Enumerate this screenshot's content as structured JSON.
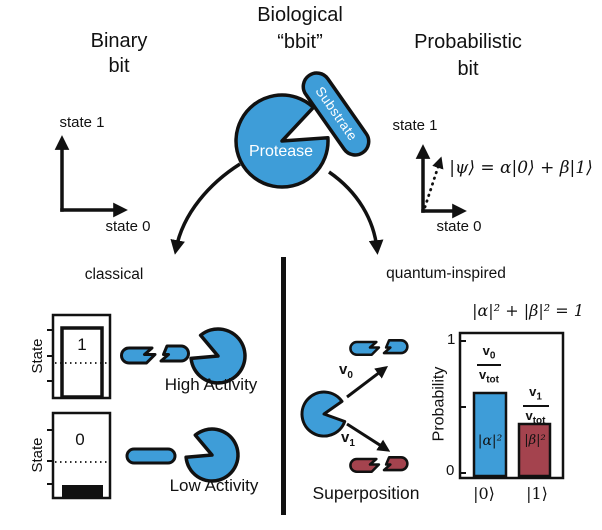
{
  "colors": {
    "blue": "#3E9DD8",
    "red": "#A4434E",
    "ink": "#111111"
  },
  "header": {
    "binary": [
      "Binary",
      "bit"
    ],
    "biological": [
      "Biological",
      "“bbit”"
    ],
    "probabilistic": [
      "Probabilistic",
      "bit"
    ]
  },
  "bbit": {
    "protease_label": "Protease",
    "substrate_label": "Substrate"
  },
  "binary_axes": {
    "state1": "state 1",
    "state0": "state 0"
  },
  "prob_axes": {
    "state1": "state 1",
    "state0": "state 0",
    "equation": "|ψ⟩ = α|0⟩ + β|1⟩"
  },
  "branches": {
    "left": "classical",
    "right": "quantum-inspired"
  },
  "classical_panel": {
    "state_axis_label_high": "State",
    "state_axis_label_low": "State",
    "high": {
      "digit": "1",
      "caption": "High Activity"
    },
    "low": {
      "digit": "0",
      "caption": "Low Activity"
    }
  },
  "quantum_panel": {
    "v0": {
      "base": "v",
      "sub": "0"
    },
    "v1": {
      "base": "v",
      "sub": "1"
    },
    "caption": "Superposition"
  },
  "bar_chart": {
    "equation": "|α|² + |β|² = 1",
    "ylabel": "Probability",
    "ytick_top": "1",
    "ytick_bottom": "0",
    "bars": [
      {
        "label": "|α|²",
        "x_label": "|0⟩",
        "value": 0.59,
        "color": "#3E9DD8",
        "frac": {
          "num": "v",
          "num_sub": "0",
          "den": "v",
          "den_sub": "tot"
        }
      },
      {
        "label": "|β|²",
        "x_label": "|1⟩",
        "value": 0.37,
        "color": "#A4434E",
        "frac": {
          "num": "v",
          "num_sub": "1",
          "den": "v",
          "den_sub": "tot"
        }
      }
    ]
  },
  "chart_data": {
    "type": "bar",
    "categories": [
      "|0⟩",
      "|1⟩"
    ],
    "values": [
      0.59,
      0.37
    ],
    "bar_labels": [
      "|α|²",
      "|β|²"
    ],
    "annotations": [
      "v0/vtot",
      "v1/vtot"
    ],
    "title": "|α|² + |β|² = 1",
    "ylabel": "Probability",
    "ylim": [
      0,
      1
    ],
    "yticks": [
      0,
      1
    ],
    "grid": false,
    "legend": false
  }
}
